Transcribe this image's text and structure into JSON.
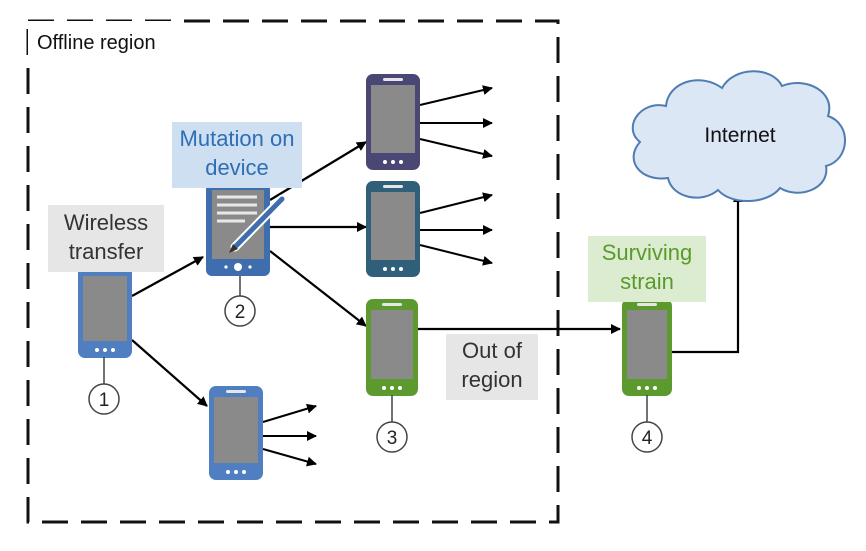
{
  "region": {
    "title": "Offline region"
  },
  "labels": {
    "wireless": [
      "Wireless",
      "transfer"
    ],
    "mutation": [
      "Mutation on",
      "device"
    ],
    "out_of_region": [
      "Out of",
      "region"
    ],
    "surviving": [
      "Surviving",
      "strain"
    ],
    "internet": "Internet"
  },
  "markers": [
    "1",
    "2",
    "3",
    "4"
  ],
  "colors": {
    "blue": "#4f7fc0",
    "blue_tablet": "#3f6eae",
    "purple": "#4a4775",
    "teal": "#2f5f79",
    "green": "#5c9a2f",
    "mutation_bg": "#cfdff2",
    "mutation_text": "#2e6eb5",
    "surviving_bg": "#dcecd0",
    "surviving_text": "#5a9a2a",
    "gray_bg": "#e6e6e6",
    "cloud_fill": "#dce7f5",
    "cloud_stroke": "#4f7cb3"
  }
}
